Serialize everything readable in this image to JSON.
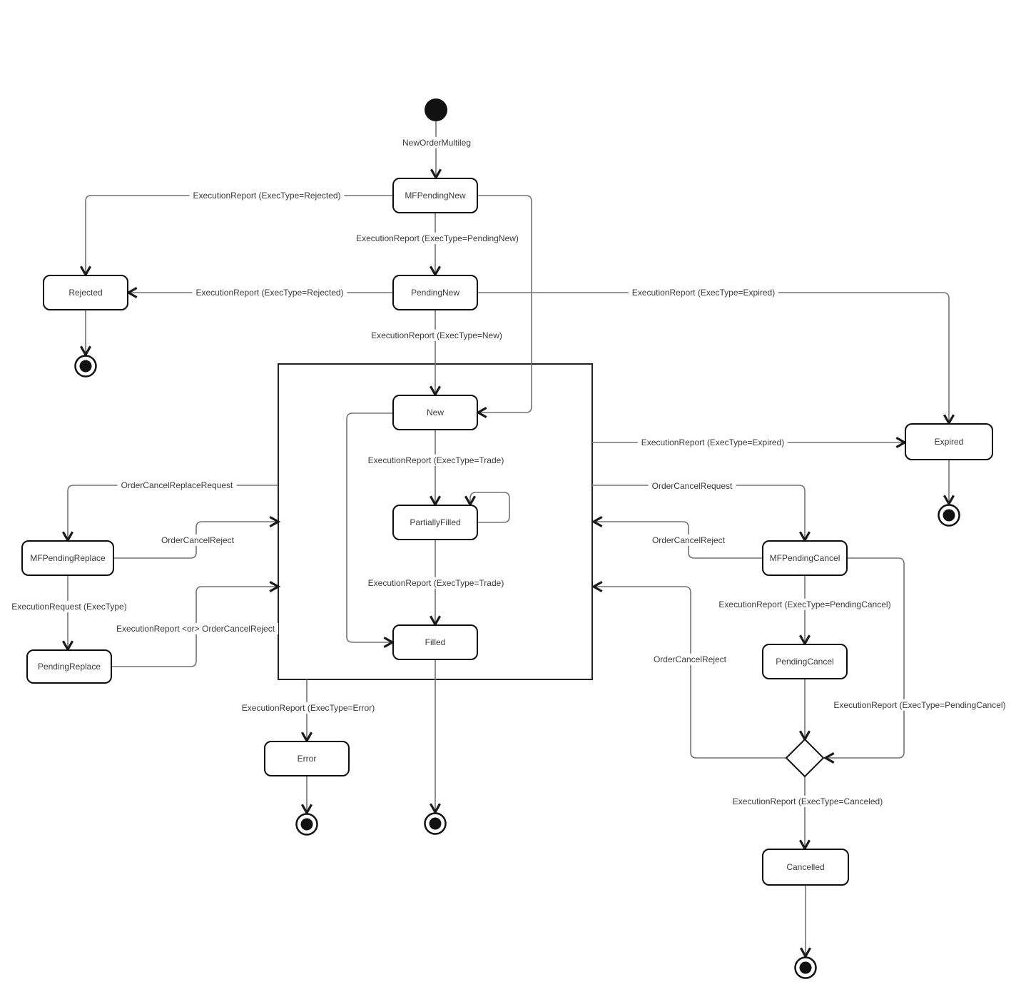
{
  "diagram": {
    "type": "uml-state-machine",
    "states": {
      "mf_pending_new": "MFPendingNew",
      "pending_new": "PendingNew",
      "rejected": "Rejected",
      "new": "New",
      "partially_filled": "PartiallyFilled",
      "filled": "Filled",
      "expired": "Expired",
      "mf_pending_replace": "MFPendingReplace",
      "pending_replace": "PendingReplace",
      "error": "Error",
      "mf_pending_cancel": "MFPendingCancel",
      "pending_cancel": "PendingCancel",
      "cancelled": "Cancelled"
    },
    "edges": {
      "new_order_multileg": "NewOrderMultileg",
      "er_pending_new": "ExecutionReport (ExecType=PendingNew)",
      "er_rejected_from_mf_pending_new": "ExecutionReport (ExecType=Rejected)",
      "er_rejected_from_pending_new": "ExecutionReport (ExecType=Rejected)",
      "er_new": "ExecutionReport (ExecType=New)",
      "er_expired_from_pending_new": "ExecutionReport (ExecType=Expired)",
      "er_expired_from_working": "ExecutionReport (ExecType=Expired)",
      "er_trade_new_to_partially_filled": "ExecutionReport (ExecType=Trade)",
      "er_trade_partially_filled_to_filled": "ExecutionReport (ExecType=Trade)",
      "order_cancel_replace_request": "OrderCancelReplaceRequest",
      "order_cancel_reject_replace": "OrderCancelReject",
      "execution_request_exec_type": "ExecutionRequest (ExecType)",
      "er_or_order_cancel_reject": "ExecutionReport <or> OrderCancelReject",
      "order_cancel_request": "OrderCancelRequest",
      "order_cancel_reject_cancel_upper": "OrderCancelReject",
      "order_cancel_reject_cancel_lower": "OrderCancelReject",
      "er_pending_cancel_vertical": "ExecutionReport (ExecType=PendingCancel)",
      "er_pending_cancel_side": "ExecutionReport (ExecType=PendingCancel)",
      "er_error": "ExecutionReport (ExecType=Error)",
      "er_canceled": "ExecutionReport (ExecType=Canceled)"
    },
    "colors": {
      "edge_line": "#737373",
      "node_border": "#0d0d0d",
      "label_text": "#3a3a3a",
      "background": "#ffffff"
    }
  }
}
